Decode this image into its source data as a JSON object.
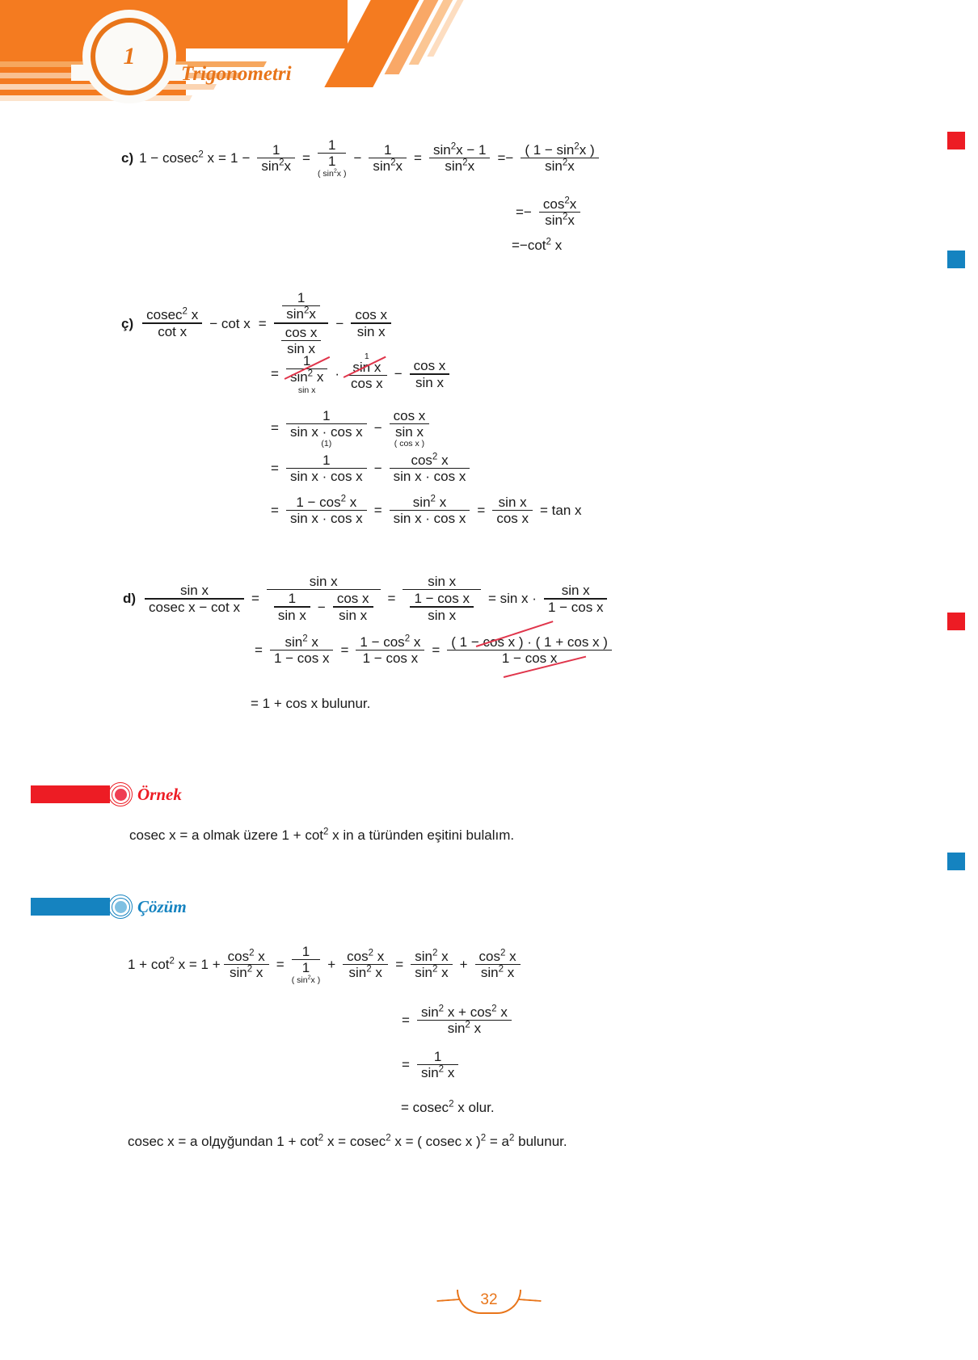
{
  "header": {
    "chapter_number": "1",
    "chapter_title": "Trigonometri",
    "accent_orange": "#F47B20"
  },
  "markers": [
    {
      "name": "marker-red-1",
      "color": "#ED1C24"
    },
    {
      "name": "marker-blue-1",
      "color": "#1583C0"
    },
    {
      "name": "marker-red-2",
      "color": "#ED1C24"
    },
    {
      "name": "marker-blue-2",
      "color": "#1583C0"
    }
  ],
  "part_c": {
    "label": "c)",
    "lhs": "1 − cosec",
    "lhs_sup": "2",
    "lhs_var": "x",
    "eq1": "=",
    "one_a": "1",
    "minus": "−",
    "f1_num": "1",
    "f1_den": "sin",
    "f1_den_sup": "2",
    "f1_den_var": "x",
    "eq2": "=",
    "f2_num": "1",
    "f2_den": "1",
    "f2_annot": "( sin",
    "f2_annot_sup": "2",
    "f2_annot_end": "x )",
    "minus2": "−",
    "f3_num": "1",
    "f3_den": "sin",
    "f3_den_sup": "2",
    "f3_den_var": "x",
    "eq3": "=",
    "f4_num": "sin",
    "f4_num_sup": "2",
    "f4_num_rest": "x − 1",
    "f4_den": "sin",
    "f4_den_sup": "2",
    "f4_den_var": "x",
    "eq4": "=−",
    "f5_num": "( 1 − sin",
    "f5_num_sup": "2",
    "f5_num_end": "x )",
    "f5_den": "sin",
    "f5_den_sup": "2",
    "f5_den_var": "x",
    "line2_eq": "=−",
    "line2_num": "cos",
    "line2_num_sup": "2",
    "line2_num_var": "x",
    "line2_den": "sin",
    "line2_den_sup": "2",
    "line2_den_var": "x",
    "line3": "=−cot",
    "line3_sup": "2",
    "line3_var": "x"
  },
  "part_cc": {
    "label": "ç)",
    "l1_f1_num": "cosec",
    "l1_f1_num_sup": "2",
    "l1_f1_num_var": "x",
    "l1_f1_den": "cot x",
    "l1_minus": "− cot x",
    "l1_eq": "=",
    "l1_big_num_top": "1",
    "l1_big_num_bot": "sin",
    "l1_big_num_bot_sup": "2",
    "l1_big_num_bot_var": "x",
    "l1_big_den_top": "cos x",
    "l1_big_den_bot": "sin x",
    "l1_minus2": "−",
    "l1_f3_num": "cos x",
    "l1_f3_den": "sin x",
    "l2_eq": "=",
    "l2_f1_num": "1",
    "l2_f1_den": "sin",
    "l2_f1_den_sup": "2",
    "l2_f1_den_var": "x",
    "l2_f1_annot_below": "sin x",
    "l2_dot": "·",
    "l2_f2_num": "sin x",
    "l2_f2_annot_above": "1",
    "l2_f2_den": "cos x",
    "l2_minus": "−",
    "l2_f3_num": "cos x",
    "l2_f3_den": "sin x",
    "l3_eq": "=",
    "l3_f1_num": "1",
    "l3_f1_den": "sin x · cos x",
    "l3_f1_annot": "(1)",
    "l3_minus": "−",
    "l3_f2_num": "cos x",
    "l3_f2_den": "sin x",
    "l3_f2_annot": "( cos x )",
    "l4_eq": "=",
    "l4_f1_num": "1",
    "l4_f1_den": "sin x · cos x",
    "l4_minus": "−",
    "l4_f2_num": "cos",
    "l4_f2_num_sup": "2",
    "l4_f2_num_var": "x",
    "l4_f2_den": "sin x · cos x",
    "l5_eq1": "=",
    "l5_f1_num": "1 − cos",
    "l5_f1_num_sup": "2",
    "l5_f1_num_var": "x",
    "l5_f1_den": "sin x · cos x",
    "l5_eq2": "=",
    "l5_f2_num": "sin",
    "l5_f2_num_sup": "2",
    "l5_f2_num_var": "x",
    "l5_f2_den": "sin x · cos x",
    "l5_eq3": "=",
    "l5_f3_num": "sin x",
    "l5_f3_den": "cos x",
    "l5_eq4": "= tan x"
  },
  "part_d": {
    "label": "d)",
    "l1_f1_num": "sin x",
    "l1_f1_den": "cosec x − cot x",
    "l1_eq1": "=",
    "l1_f2_num": "sin x",
    "l1_f2_den_a_num": "1",
    "l1_f2_den_a_den": "sin x",
    "l1_f2_den_minus": "−",
    "l1_f2_den_b_num": "cos x",
    "l1_f2_den_b_den": "sin x",
    "l1_eq2": "=",
    "l1_f3_num": "sin x",
    "l1_f3_den_num": "1 − cos x",
    "l1_f3_den_den": "sin x",
    "l1_eq3": "= sin x ·",
    "l1_f4_num": "sin x",
    "l1_f4_den": "1 − cos x",
    "l2_eq1": "=",
    "l2_f1_num": "sin",
    "l2_f1_num_sup": "2",
    "l2_f1_num_var": "x",
    "l2_f1_den": "1 − cos x",
    "l2_eq2": "=",
    "l2_f2_num": "1 − cos",
    "l2_f2_num_sup": "2",
    "l2_f2_num_var": "x",
    "l2_f2_den": "1 − cos x",
    "l2_eq3": "=",
    "l2_f3_num": "( 1 − cos x ) · ( 1 + cos x )",
    "l2_f3_den": "1 − cos x",
    "l3": "= 1 + cos x bulunur."
  },
  "ornek": {
    "label": "Örnek",
    "color": "#ED1C24",
    "text_a": "cosec x = a  olmak üzere 1 + cot",
    "text_sup": "2",
    "text_b": "x  in a türünden eşitini bulalım."
  },
  "cozum": {
    "label": "Çözüm",
    "color": "#1583C0",
    "l1_start": "1 + cot",
    "l1_start_sup": "2",
    "l1_start_var": "x = 1 +",
    "l1_f1_num": "cos",
    "l1_f1_num_sup": "2",
    "l1_f1_num_var": "x",
    "l1_f1_den": "sin",
    "l1_f1_den_sup": "2",
    "l1_f1_den_var": "x",
    "l1_eq1": "=",
    "l1_f2_num": "1",
    "l1_f2_den": "1",
    "l1_f2_annot": "( sin",
    "l1_f2_annot_sup": "2",
    "l1_f2_annot_end": "x )",
    "l1_plus": "+",
    "l1_f3_num": "cos",
    "l1_f3_num_sup": "2",
    "l1_f3_num_var": "x",
    "l1_f3_den": "sin",
    "l1_f3_den_sup": "2",
    "l1_f3_den_var": "x",
    "l1_eq2": "=",
    "l1_f4_num": "sin",
    "l1_f4_num_sup": "2",
    "l1_f4_num_var": "x",
    "l1_f4_den": "sin",
    "l1_f4_den_sup": "2",
    "l1_f4_den_var": "x",
    "l1_plus2": "+",
    "l1_f5_num": "cos",
    "l1_f5_num_sup": "2",
    "l1_f5_num_var": "x",
    "l1_f5_den": "sin",
    "l1_f5_den_sup": "2",
    "l1_f5_den_var": "x",
    "l2_eq": "=",
    "l2_num": "sin",
    "l2_num_sup": "2",
    "l2_num_mid": "x + cos",
    "l2_num_sup2": "2",
    "l2_num_end": "x",
    "l2_den": "sin",
    "l2_den_sup": "2",
    "l2_den_var": "x",
    "l3_eq": "=",
    "l3_num": "1",
    "l3_den": "sin",
    "l3_den_sup": "2",
    "l3_den_var": "x",
    "l4": "= cosec",
    "l4_sup": "2",
    "l4_end": "x   olur.",
    "l5_a": "cosec x = a olдуğundan 1 + cot",
    "l5_sup1": "2",
    "l5_b": "x = cosec",
    "l5_sup2": "2",
    "l5_c": "x = ( cosec x )",
    "l5_sup3": "2",
    "l5_d": "= a",
    "l5_sup4": "2",
    "l5_e": "bulunur."
  },
  "footer": {
    "page_number": "32"
  }
}
